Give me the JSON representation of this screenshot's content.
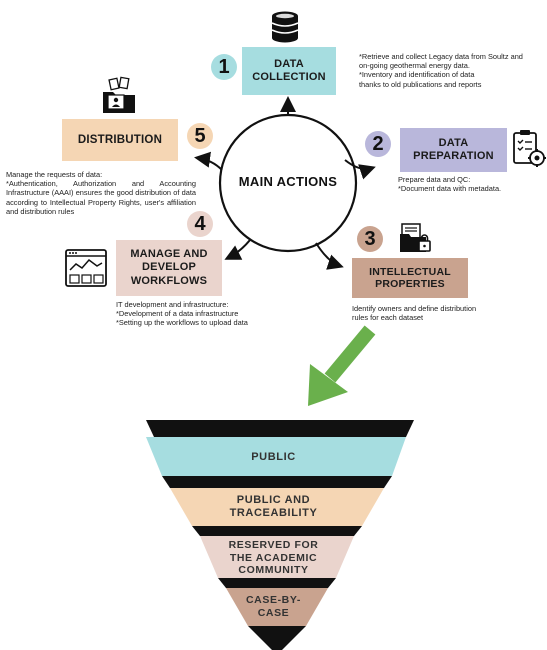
{
  "center": {
    "label": "MAIN ACTIONS"
  },
  "steps": [
    {
      "number": "1",
      "title_lines": [
        "DATA",
        "COLLECTION"
      ],
      "notes": [
        "*Retrieve and collect Legacy data from Soultz and",
        "on-going geothermal energy data.",
        "*Inventory and identification of data",
        "thanks to old publications and reports"
      ]
    },
    {
      "number": "2",
      "title_lines": [
        "DATA",
        "PREPARATION"
      ],
      "notes": [
        "Prepare data and QC:",
        "*Document data with metadata."
      ]
    },
    {
      "number": "3",
      "title_lines": [
        "INTELLECTUAL",
        "PROPERTIES"
      ],
      "notes": [
        "Identify owners and define distribution",
        "rules for each dataset"
      ]
    },
    {
      "number": "4",
      "title_lines": [
        "MANAGE AND",
        "DEVELOP",
        "WORKFLOWS"
      ],
      "notes": [
        "IT development and infrastructure:",
        "*Development of a data infrastructure",
        "*Setting up the workflows to upload data"
      ]
    },
    {
      "number": "5",
      "title_lines": [
        "DISTRIBUTION"
      ],
      "notes": [
        "Manage the requests of data:",
        "*Authentication, Authorization and Accounting Infrastructure (AAAI) ensures the good distribution of data according to Intellectual Property Rights, user's affiliation and distribution rules"
      ]
    }
  ],
  "funnel": [
    {
      "lines": [
        "PUBLIC"
      ]
    },
    {
      "lines": [
        "PUBLIC AND",
        "TRACEABILITY"
      ]
    },
    {
      "lines": [
        "RESERVED FOR",
        "THE ACADEMIC",
        "COMMUNITY"
      ]
    },
    {
      "lines": [
        "CASE-BY-",
        "CASE"
      ]
    }
  ],
  "colors": {
    "cyan": "#a6dde0",
    "lavender": "#b9b7db",
    "tan": "#c9a38f",
    "peach": "#f5d6b4",
    "pink": "#ead4cd",
    "green": "#6ab04c",
    "black": "#111111"
  },
  "icons": [
    "database-icon",
    "checklist-gear-icon",
    "folder-lock-icon",
    "dashboard-monitor-icon",
    "folder-documents-icon"
  ]
}
